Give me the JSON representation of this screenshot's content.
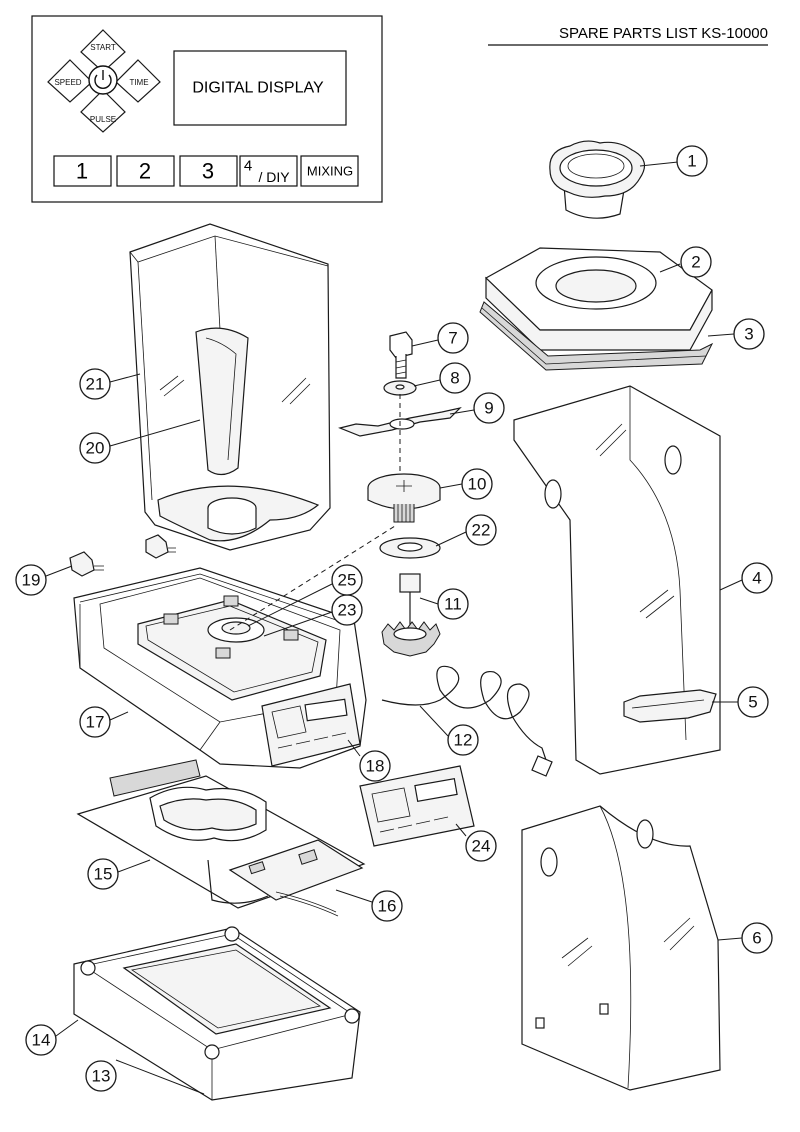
{
  "title": "SPARE PARTS LIST KS-10000",
  "control_panel": {
    "buttons": {
      "start": "START",
      "speed": "SPEED",
      "time": "TIME",
      "pulse": "PULSE"
    },
    "display_label": "DIGITAL DISPLAY",
    "keys": {
      "k1": "1",
      "k2": "2",
      "k3": "3",
      "k4_num": "4",
      "k4_text": "/ DIY",
      "k5": "MIXING"
    }
  },
  "callouts": {
    "c1": "1",
    "c2": "2",
    "c3": "3",
    "c4": "4",
    "c5": "5",
    "c6": "6",
    "c7": "7",
    "c8": "8",
    "c9": "9",
    "c10": "10",
    "c11": "11",
    "c12": "12",
    "c13": "13",
    "c14": "14",
    "c15": "15",
    "c16": "16",
    "c17": "17",
    "c18": "18",
    "c19": "19",
    "c20": "20",
    "c21": "21",
    "c22": "22",
    "c23": "23",
    "c24": "24",
    "c25": "25"
  }
}
